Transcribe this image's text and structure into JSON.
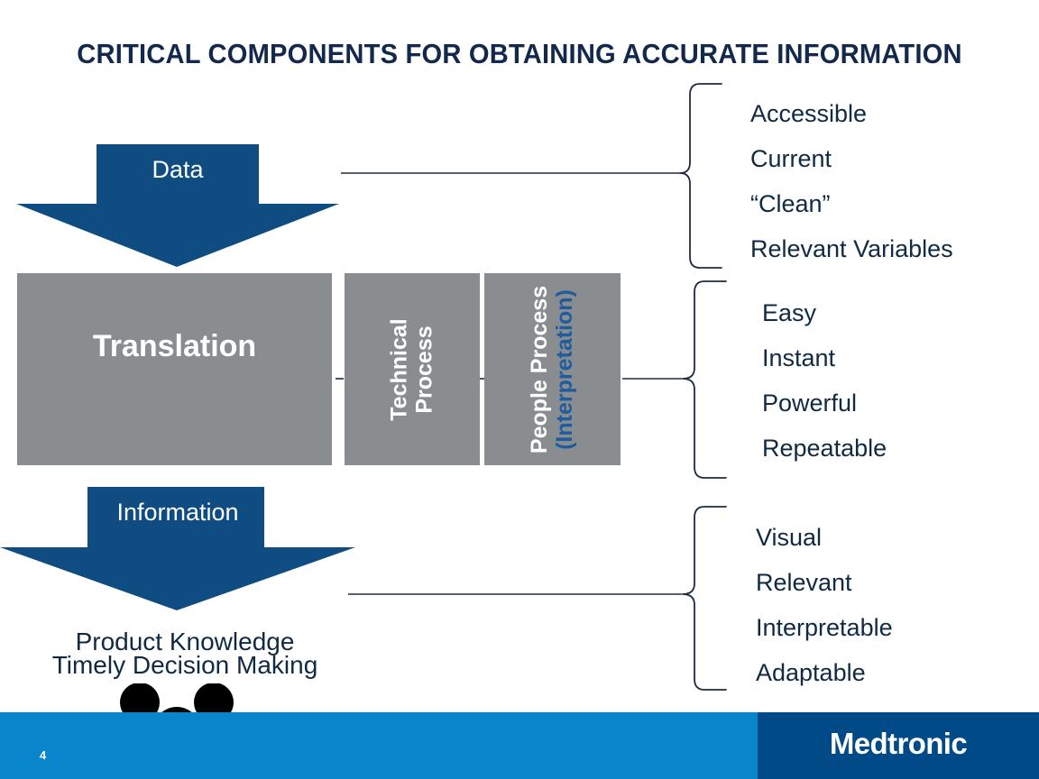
{
  "slide": {
    "title": "CRITICAL COMPONENTS FOR OBTAINING ACCURATE INFORMATION",
    "page_number": "4",
    "title_color": "#12284C",
    "arrow_color": "#0F4C82",
    "box_color": "#8A8D8F",
    "footer_color": "#0985CC",
    "logo_panel_color": "#004B87",
    "text_color": "#102A43",
    "accent_blue": "#1F5C9E"
  },
  "flow": {
    "input_arrow": {
      "label": "Data"
    },
    "output_arrow": {
      "label": "Information"
    },
    "boxes": [
      {
        "label": "Translation"
      },
      {
        "label_line1": "Technical",
        "label_line2": "Process"
      },
      {
        "label_line1": "People Process",
        "label_line2": "(Interpretation)"
      }
    ]
  },
  "attributes": {
    "data": [
      "Accessible",
      "Current",
      "“Clean”",
      "Relevant Variables"
    ],
    "process": [
      "Easy",
      "Instant",
      "Powerful",
      "Repeatable"
    ],
    "output": [
      "Visual",
      "Relevant",
      "Interpretable",
      "Adaptable"
    ]
  },
  "outcome": {
    "line1": "Product Knowledge",
    "line2": "Timely Decision Making"
  },
  "footer": {
    "logo": "Medtronic"
  }
}
